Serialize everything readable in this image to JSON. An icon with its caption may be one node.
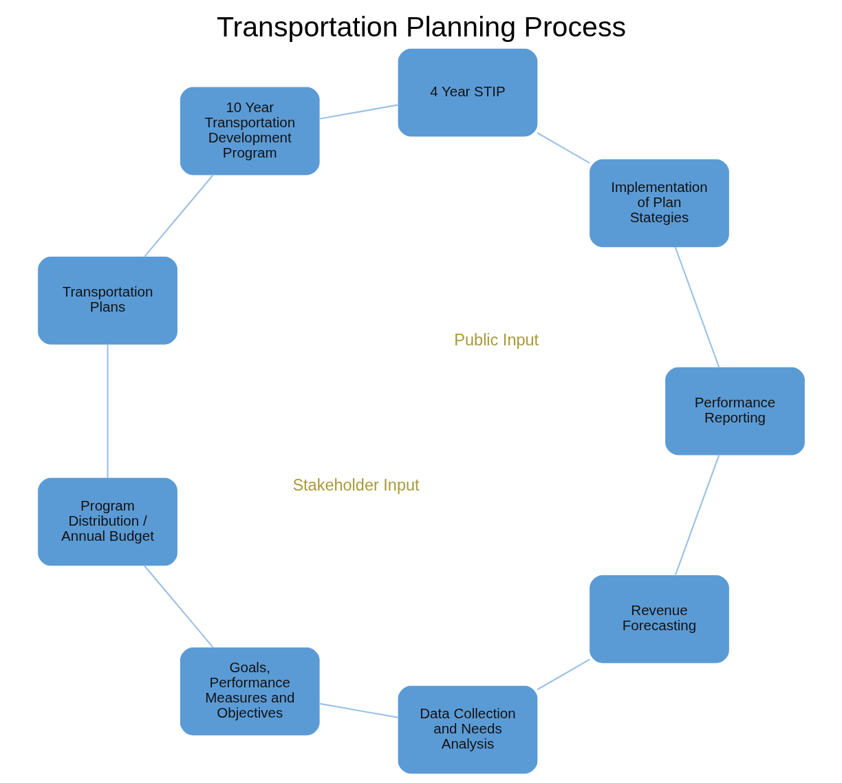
{
  "diagram": {
    "title": "Transportation Planning Process",
    "nodes": [
      {
        "text": [
          "Revenue Forecasting"
        ]
      },
      {
        "text": [
          "Data Collection and Needs Analysis"
        ]
      },
      {
        "text": [
          "Goals, Performance Measures and Objectives"
        ]
      },
      {
        "text": [
          "Program Distribution / Annual Budget"
        ]
      },
      {
        "text": [
          "Transportation Plans"
        ]
      },
      {
        "text": [
          "10 Year Transportation Development Program"
        ]
      },
      {
        "text": [
          "4 Year STIP"
        ]
      },
      {
        "text": [
          "Implementation of Plan Stategies"
        ]
      },
      {
        "text": [
          "Performance Reporting"
        ]
      }
    ],
    "edges": [
      {
        "from": 0,
        "to": 1,
        "arrow": "none"
      },
      {
        "from": 1,
        "to": 2,
        "arrow": "none"
      },
      {
        "from": 2,
        "to": 3,
        "arrow": "none"
      },
      {
        "from": 3,
        "to": 4,
        "arrow": "none"
      },
      {
        "from": 4,
        "to": 5,
        "arrow": "none"
      },
      {
        "from": 5,
        "to": 6,
        "arrow": "none"
      },
      {
        "from": 6,
        "to": 7,
        "arrow": "none"
      },
      {
        "from": 7,
        "to": 8,
        "arrow": "none"
      },
      {
        "from": 8,
        "to": 0,
        "arrow": "none"
      }
    ],
    "labels": [
      "Public Input",
      "Stakeholder Input"
    ]
  }
}
